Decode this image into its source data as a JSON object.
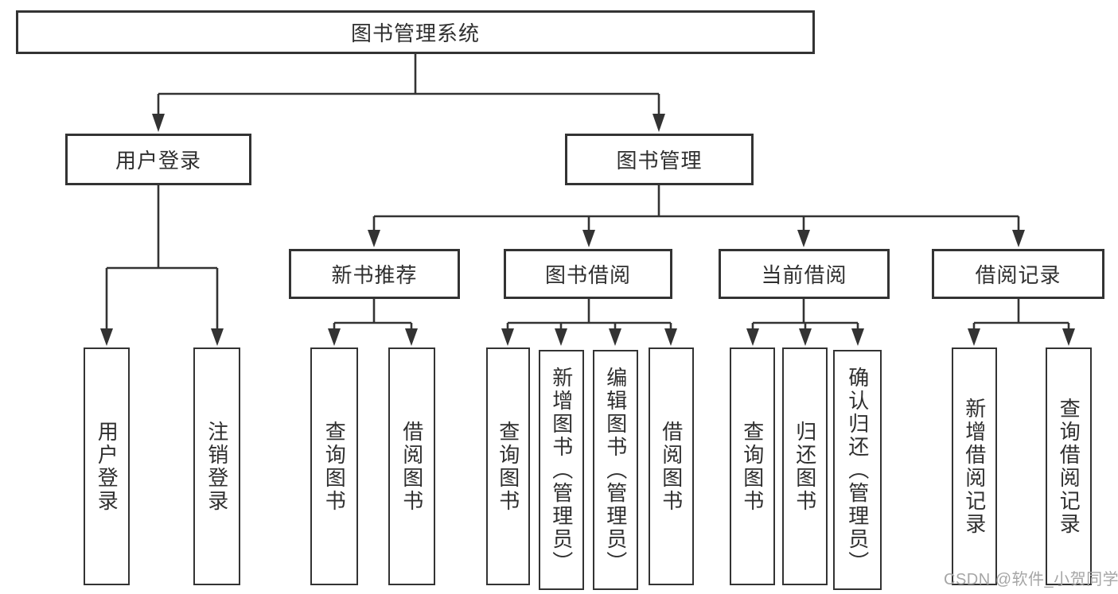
{
  "diagram": {
    "watermark": "CSDN @软件_小贺同学",
    "colors": {
      "line": "#333333",
      "text": "#2f2f2f",
      "background": "#ffffff",
      "watermark": "#a6a6a6"
    },
    "root": {
      "label": "图书管理系统"
    },
    "branches": [
      {
        "label": "用户登录",
        "children": [
          {
            "label": "用户登录"
          },
          {
            "label": "注销登录"
          }
        ]
      },
      {
        "label": "图书管理",
        "sections": [
          {
            "label": "新书推荐",
            "children": [
              {
                "label": "查询图书"
              },
              {
                "label": "借阅图书"
              }
            ]
          },
          {
            "label": "图书借阅",
            "children": [
              {
                "label": "查询图书"
              },
              {
                "label": "新增图书（管理员）"
              },
              {
                "label": "编辑图书（管理员）"
              },
              {
                "label": "借阅图书"
              }
            ]
          },
          {
            "label": "当前借阅",
            "children": [
              {
                "label": "查询图书"
              },
              {
                "label": "归还图书"
              },
              {
                "label": "确认归还（管理员）"
              }
            ]
          },
          {
            "label": "借阅记录",
            "children": [
              {
                "label": "新增借阅记录"
              },
              {
                "label": "查询借阅记录"
              }
            ]
          }
        ]
      }
    ]
  }
}
